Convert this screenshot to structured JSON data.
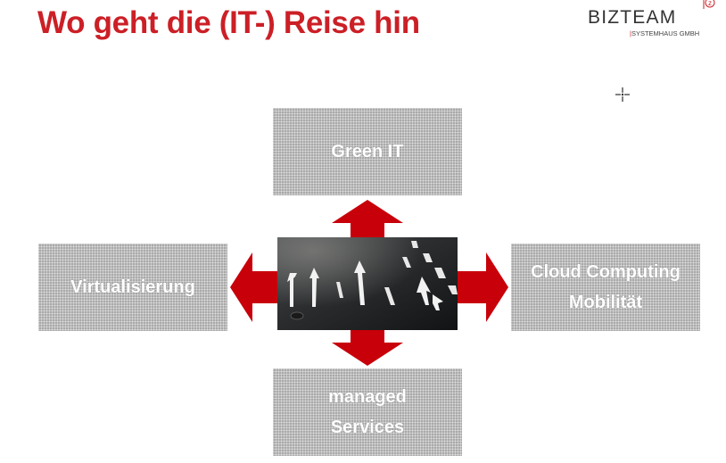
{
  "slide": {
    "title": "Wo geht die (IT-) Reise hin"
  },
  "logo": {
    "brand": "BIZTEAM",
    "subtitle": "SYSTEMHAUS GMBH",
    "mark": "z"
  },
  "boxes": {
    "top": {
      "lines": [
        "Green IT"
      ]
    },
    "left": {
      "lines": [
        "Virtualisierung"
      ]
    },
    "right": {
      "lines": [
        "Cloud Computing",
        "Mobilität"
      ]
    },
    "bottom": {
      "lines": [
        "managed",
        "Services"
      ]
    }
  },
  "colors": {
    "accent": "#cc1f26",
    "arrow": "#c8000a",
    "box": "#a9a9a9"
  },
  "icons": {
    "center": "road-arrows-photo",
    "cursor": "crosshair-cursor-icon"
  }
}
